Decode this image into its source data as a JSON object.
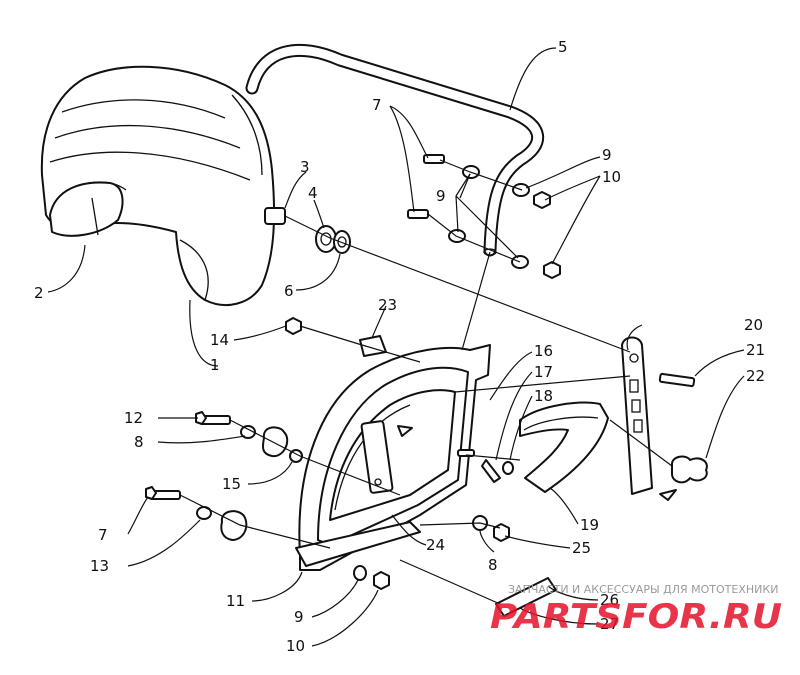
{
  "diagram": {
    "callouts": [
      {
        "id": "c1",
        "text": "1"
      },
      {
        "id": "c2",
        "text": "2"
      },
      {
        "id": "c3",
        "text": "3"
      },
      {
        "id": "c4",
        "text": "4"
      },
      {
        "id": "c5",
        "text": "5"
      },
      {
        "id": "c6",
        "text": "6"
      },
      {
        "id": "c7a",
        "text": "7"
      },
      {
        "id": "c7b",
        "text": "7"
      },
      {
        "id": "c8a",
        "text": "8"
      },
      {
        "id": "c8b",
        "text": "8"
      },
      {
        "id": "c9a",
        "text": "9"
      },
      {
        "id": "c9b",
        "text": "9"
      },
      {
        "id": "c9c",
        "text": "9"
      },
      {
        "id": "c10a",
        "text": "10"
      },
      {
        "id": "c10b",
        "text": "10"
      },
      {
        "id": "c11",
        "text": "11"
      },
      {
        "id": "c12",
        "text": "12"
      },
      {
        "id": "c13",
        "text": "13"
      },
      {
        "id": "c14",
        "text": "14"
      },
      {
        "id": "c15",
        "text": "15"
      },
      {
        "id": "c16",
        "text": "16"
      },
      {
        "id": "c17",
        "text": "17"
      },
      {
        "id": "c18",
        "text": "18"
      },
      {
        "id": "c19",
        "text": "19"
      },
      {
        "id": "c20",
        "text": "20"
      },
      {
        "id": "c21",
        "text": "21"
      },
      {
        "id": "c22",
        "text": "22"
      },
      {
        "id": "c23",
        "text": "23"
      },
      {
        "id": "c24",
        "text": "24"
      },
      {
        "id": "c25",
        "text": "25"
      },
      {
        "id": "c26",
        "text": "26"
      },
      {
        "id": "c27",
        "text": "27"
      }
    ]
  },
  "watermark": {
    "subtitle": "ЗАПЧАСТИ И АКСЕССУАРЫ ДЛЯ МОТОТЕХНИКИ",
    "brand": "PARTSFOR.RU",
    "color": "#e4122b"
  }
}
